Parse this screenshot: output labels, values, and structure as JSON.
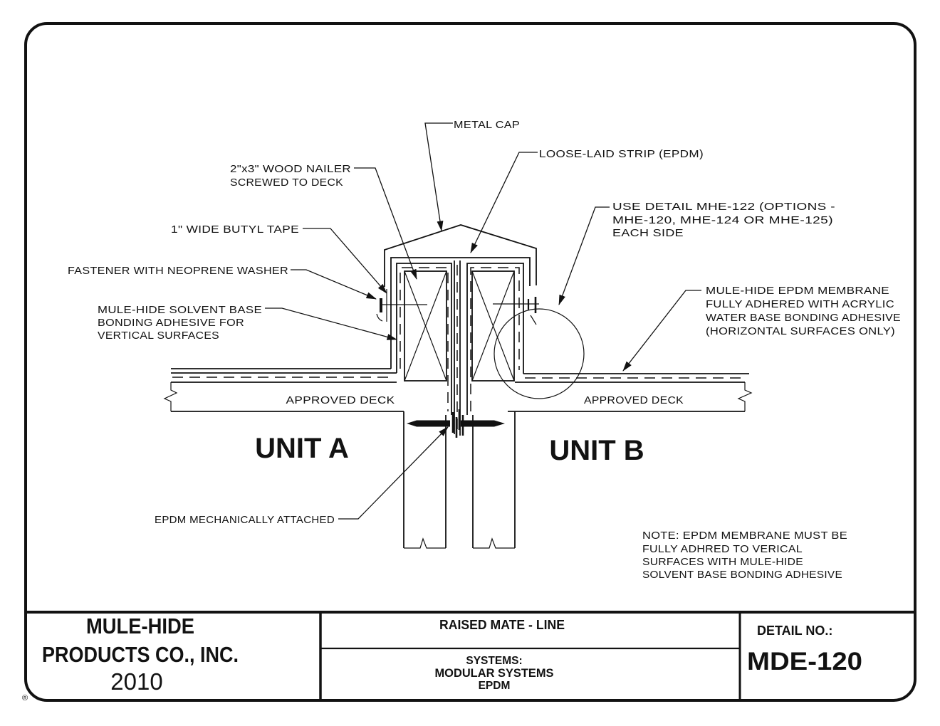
{
  "page": {
    "background_color": "#ffffff",
    "line_color": "#121212"
  },
  "drawing": {
    "callouts": {
      "metal_cap": "METAL CAP",
      "loose_laid_strip": "LOOSE-LAID STRIP (EPDM)",
      "wood_nailer_line1": "2\"x3\" WOOD NAILER",
      "wood_nailer_line2": "SCREWED TO DECK",
      "use_detail_line1": "USE DETAIL MHE-122 (OPTIONS -",
      "use_detail_line2": "MHE-120, MHE-124 OR MHE-125)",
      "use_detail_line3": "EACH SIDE",
      "butyl_tape": "1\" WIDE BUTYL TAPE",
      "fastener": "FASTENER WITH NEOPRENE WASHER",
      "solvent_line1": "MULE-HIDE SOLVENT BASE",
      "solvent_line2": "BONDING ADHESIVE FOR",
      "solvent_line3": "VERTICAL SURFACES",
      "membrane_line1": "MULE-HIDE EPDM MEMBRANE",
      "membrane_line2": "FULLY ADHERED WITH ACRYLIC",
      "membrane_line3": "WATER BASE BONDING ADHESIVE",
      "membrane_line4": "(HORIZONTAL SURFACES ONLY)",
      "epdm_attached": "EPDM MECHANICALLY ATTACHED"
    },
    "deck_left_label": "APPROVED DECK",
    "deck_right_label": "APPROVED DECK",
    "unit_a": "UNIT A",
    "unit_b": "UNIT B",
    "note_line1": "NOTE:  EPDM MEMBRANE MUST BE",
    "note_line2": "FULLY ADHRED TO VERICAL",
    "note_line3": "SURFACES WITH MULE-HIDE",
    "note_line4": "SOLVENT BASE BONDING ADHESIVE"
  },
  "title_block": {
    "company_line1": "MULE-HIDE",
    "company_line2": "PRODUCTS CO., INC.",
    "year": "2010",
    "detail_title": "RAISED MATE - LINE",
    "systems_label": "SYSTEMS:",
    "systems_line2": "MODULAR SYSTEMS",
    "systems_line3": "EPDM",
    "detail_no_label": "DETAIL NO.:",
    "detail_no_value": "MDE-120",
    "registered_mark": "®"
  }
}
